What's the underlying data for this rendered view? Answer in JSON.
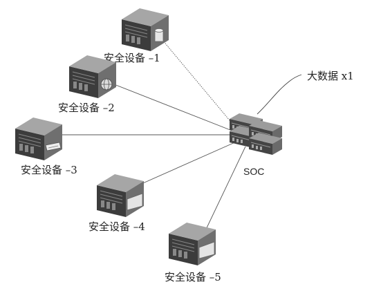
{
  "nodes": [
    {
      "id": "device-1",
      "label": "安全设备 –1",
      "overlay": "database"
    },
    {
      "id": "device-2",
      "label": "安全设备 –2",
      "overlay": "globe"
    },
    {
      "id": "device-3",
      "label": "安全设备 –3",
      "overlay": "card"
    },
    {
      "id": "device-4",
      "label": "安全设备 –4",
      "overlay": "panel"
    },
    {
      "id": "device-5",
      "label": "安全设备 –5",
      "overlay": "panel"
    }
  ],
  "hub": {
    "label": "SOC"
  },
  "annotation": {
    "label": "大数据 x1"
  },
  "colors": {
    "line": "#555555",
    "server_dark": "#3c3c3c",
    "server_mid": "#707070",
    "server_light": "#a6a6a6"
  }
}
